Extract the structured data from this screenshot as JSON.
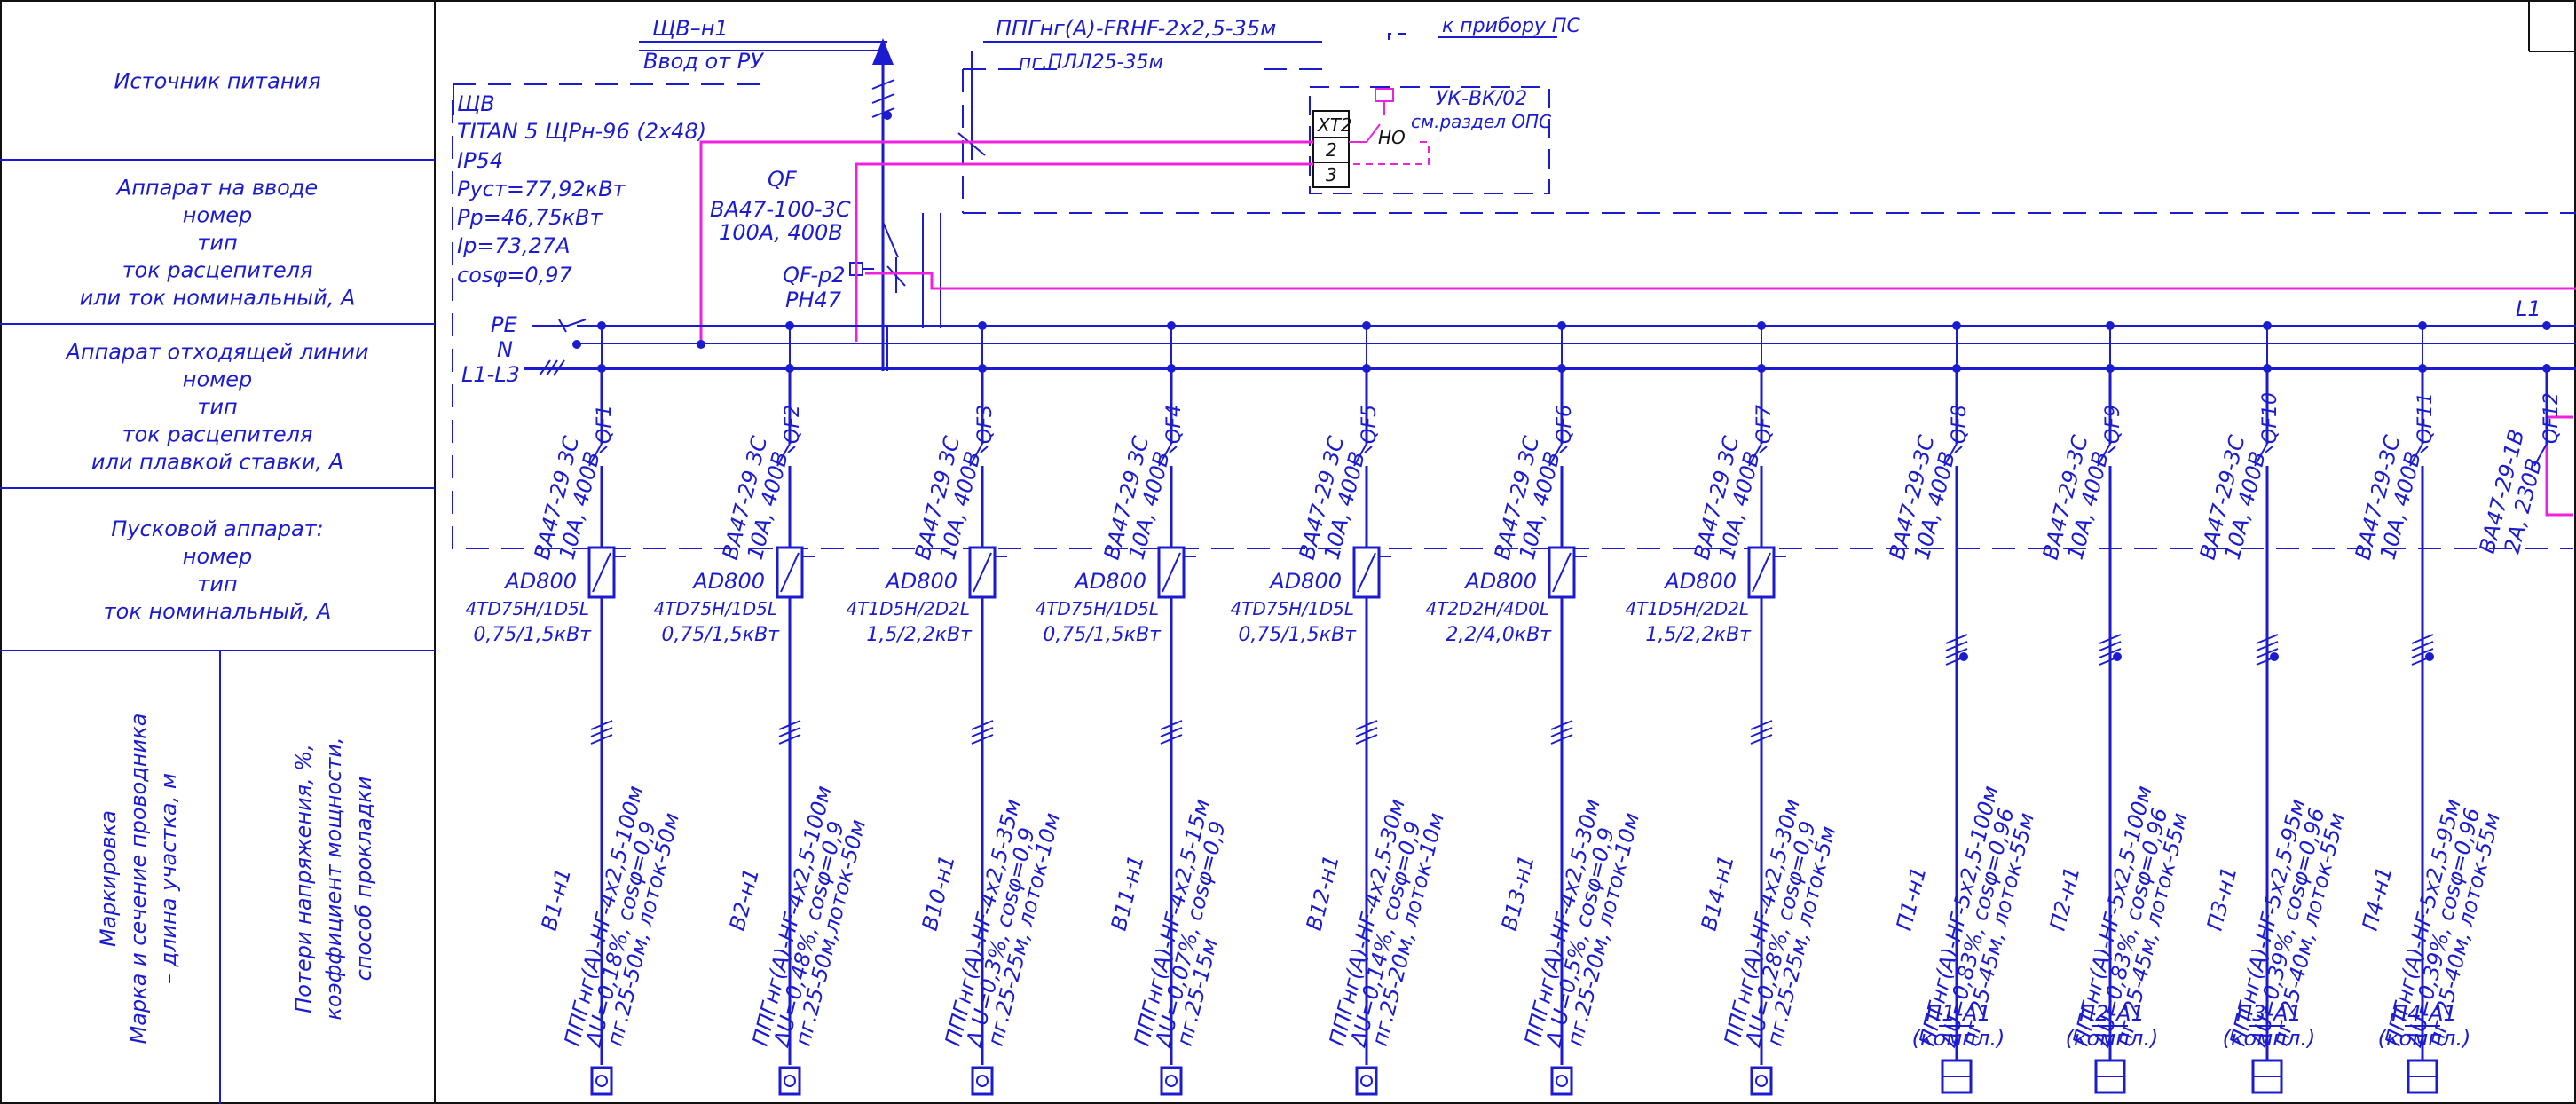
{
  "colors": {
    "line": "#1b1bcf",
    "control": "#ee22dd",
    "border": "#111111",
    "background": "#ffffff"
  },
  "rowHeaders": [
    [
      "Источник питания"
    ],
    [
      "Аппарат на вводе",
      "номер",
      "тип",
      "ток расцепителя",
      "или ток номинальный, А"
    ],
    [
      "Аппарат отходящей линии",
      "номер",
      "тип",
      "ток расцепителя",
      "или плавкой ставки, А"
    ],
    [
      "Пусковой аппарат:",
      "номер",
      "тип",
      "ток номинальный, А"
    ]
  ],
  "bottomHeaders": {
    "left": [
      "Маркировка",
      "Марка и сечение проводника",
      "– длина участка, м"
    ],
    "right": [
      "Потери напряжения, %,",
      "коэффициент мощности,",
      "способ прокладки"
    ]
  },
  "source": {
    "cable": "ЩВ–н1",
    "label": "Ввод от РУ"
  },
  "panel": {
    "lines": [
      "ЩВ",
      "TITAN 5 ЩРн-96 (2х48)",
      "IP54",
      "Руст=77,92кВт",
      "Рр=46,75кВт",
      "Ip=73,27А",
      "cosφ=0,97"
    ]
  },
  "inputBreaker": {
    "lines": [
      "QF",
      "ВА47-100-3С",
      "100А, 400В"
    ],
    "accessory": [
      "QF-p2",
      "PH47"
    ]
  },
  "fireAlarm": {
    "cable": "ППГнг(А)-FRHF-2х2,5-35м",
    "route": "пг.ПЛЛ25-35м",
    "device": "к прибору ПС",
    "terminal": "XT2",
    "terminals": [
      "2",
      "3"
    ],
    "contact": "НО",
    "module": "УК-ВК/02",
    "note": "см.раздел ОПС"
  },
  "buses": {
    "pe": "PE",
    "n": "N",
    "phase": "L1-L3",
    "control": "L1"
  },
  "feeders": [
    {
      "qf": "QF1",
      "breaker": "ВА47-29 3С",
      "rating": "10А, 400В",
      "starter": "AD800",
      "starterModel": "4TD75H/1D5L",
      "power": "0,75/1,5кВт",
      "id": "В1-н1",
      "cable": "ППГнг(А)-HF-4х2,5-100м",
      "loss": "ΔU=0,18%, cosφ=0,9",
      "route": "пг.25-50м, лоток-50м",
      "load": ""
    },
    {
      "qf": "QF2",
      "breaker": "ВА47-29 3С",
      "rating": "10А, 400В",
      "starter": "AD800",
      "starterModel": "4TD75H/1D5L",
      "power": "0,75/1,5кВт",
      "id": "В2-н1",
      "cable": "ППГнг(А)-HF-4х2,5-100м",
      "loss": "ΔU=0,48%, cosφ=0,9",
      "route": "пг.25-50м,лоток-50м",
      "load": ""
    },
    {
      "qf": "QF3",
      "breaker": "ВА47-29 3С",
      "rating": "10А, 400В",
      "starter": "AD800",
      "starterModel": "4T1D5H/2D2L",
      "power": "1,5/2,2кВт",
      "id": "В10-н1",
      "cable": "ППГнг(А)-HF-4х2,5-35м",
      "loss": "Δ U=0,3%, cosφ=0,9",
      "route": "пг.25-25м, лоток-10м",
      "load": ""
    },
    {
      "qf": "QF4",
      "breaker": "ВА47-29 3С",
      "rating": "10А, 400В",
      "starter": "AD800",
      "starterModel": "4TD75H/1D5L",
      "power": "0,75/1,5кВт",
      "id": "В11-н1",
      "cable": "ППГнг(А)-HF-4х2,5-15м",
      "loss": "ΔU=0,07%, cosφ=0,9",
      "route": "пг.25-15м",
      "load": ""
    },
    {
      "qf": "QF5",
      "breaker": "ВА47-29 3С",
      "rating": "10А, 400В",
      "starter": "AD800",
      "starterModel": "4TD75H/1D5L",
      "power": "0,75/1,5кВт",
      "id": "В12-н1",
      "cable": "ППГнг(А)-HF-4х2,5-30м",
      "loss": "ΔU=0,14%, cosφ=0,9",
      "route": "пг.25-20м, лоток-10м",
      "load": ""
    },
    {
      "qf": "QF6",
      "breaker": "ВА47-29 3С",
      "rating": "10А, 400В",
      "starter": "AD800",
      "starterModel": "4T2D2H/4D0L",
      "power": "2,2/4,0кВт",
      "id": "В13-н1",
      "cable": "ППГнг(А)-HF-4х2,5-30м",
      "loss": "Δ U=0,5%, cosφ=0,9",
      "route": "пг.25-20м, лоток-10м",
      "load": ""
    },
    {
      "qf": "QF7",
      "breaker": "ВА47-29 3С",
      "rating": "10А, 400В",
      "starter": "AD800",
      "starterModel": "4T1D5H/2D2L",
      "power": "1,5/2,2кВт",
      "id": "В14-н1",
      "cable": "ППГнг(А)-HF-4х2,5-30м",
      "loss": "ΔU=0,28%, cosφ=0,9",
      "route": "пг.25-25м, лоток-5м",
      "load": ""
    },
    {
      "qf": "QF8",
      "breaker": "ВА47-29-3С",
      "rating": "10А, 400В",
      "starter": "",
      "starterModel": "",
      "power": "",
      "id": "П1-н1",
      "cable": "ППГнг(А)-HF-5х2,5-100м",
      "loss": "ΔU=0,83%, cosφ=0,96",
      "route": "пг.25-45м, лоток-55м",
      "load": "П1-А1",
      "loadNote": "(компл.)"
    },
    {
      "qf": "QF9",
      "breaker": "ВА47-29-3С",
      "rating": "10А, 400В",
      "starter": "",
      "starterModel": "",
      "power": "",
      "id": "П2-н1",
      "cable": "ППГнг(А)-HF-5х2,5-100м",
      "loss": "ΔU=0,83%, cosφ=0,96",
      "route": "пг.25-45м, лоток-55м",
      "load": "П2-А1",
      "loadNote": "(компл.)"
    },
    {
      "qf": "QF10",
      "breaker": "ВА47-29-3С",
      "rating": "10А, 400В",
      "starter": "",
      "starterModel": "",
      "power": "",
      "id": "П3-н1",
      "cable": "ППГнг(А)-HF-5х2,5-95м",
      "loss": "ΔU=0,39%, cosφ=0,96",
      "route": "пг.25-40м, лоток-55м",
      "load": "П3-А1",
      "loadNote": "(компл.)"
    },
    {
      "qf": "QF11",
      "breaker": "ВА47-29-3С",
      "rating": "10А, 400В",
      "starter": "",
      "starterModel": "",
      "power": "",
      "id": "П4-н1",
      "cable": "ППГнг(А)-HF-5х2,5-95м",
      "loss": "ΔU=0,39%, cosφ=0,96",
      "route": "пг.25-40м, лоток-55м",
      "load": "П4-А1",
      "loadNote": "(компл.)"
    }
  ],
  "controlFeeder": {
    "qf": "QF12",
    "breaker": "ВА47-29-1В",
    "rating": "2А, 230В"
  }
}
